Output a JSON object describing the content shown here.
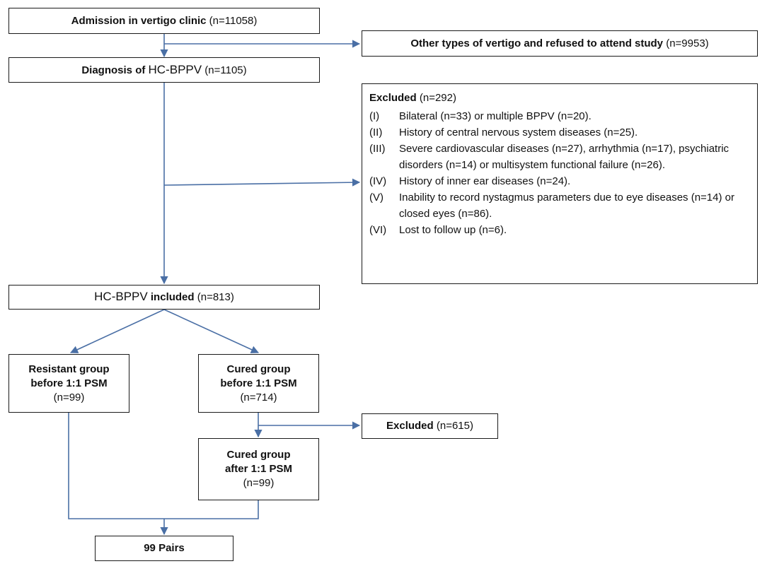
{
  "admission": {
    "label": "Admission in vertigo clinic",
    "n": "(n=11058)"
  },
  "other_types": {
    "label": "Other types of vertigo and refused to attend study",
    "n": "(n=9953)"
  },
  "diagnosis": {
    "label_bold": "Diagnosis of",
    "label_plain": "HC-BPPV",
    "n": "(n=1105)"
  },
  "excluded_main": {
    "title": "Excluded",
    "n": "(n=292)",
    "items": [
      {
        "num": "(I)",
        "text": "Bilateral (n=33) or multiple BPPV (n=20)."
      },
      {
        "num": "(II)",
        "text": "History of central nervous system diseases (n=25)."
      },
      {
        "num": "(III)",
        "text": "Severe cardiovascular diseases (n=27), arrhythmia (n=17), psychiatric disorders (n=14) or multisystem functional failure (n=26)."
      },
      {
        "num": "(IV)",
        "text": "History of inner ear diseases (n=24)."
      },
      {
        "num": "(V)",
        "text": "Inability to record nystagmus parameters due to eye diseases (n=14) or closed eyes (n=86)."
      },
      {
        "num": "(VI)",
        "text": "Lost to follow up (n=6)."
      }
    ]
  },
  "included": {
    "label_plain": "HC-BPPV",
    "label_bold": "included",
    "n": "(n=813)"
  },
  "resistant": {
    "line1": "Resistant group",
    "line2": "before 1:1 PSM",
    "n": "(n=99)"
  },
  "cured_before": {
    "line1": "Cured group",
    "line2": "before 1:1 PSM",
    "n": "(n=714)"
  },
  "excluded_615": {
    "title": "Excluded",
    "n": "(n=615)"
  },
  "cured_after": {
    "line1": "Cured group",
    "line2": "after 1:1 PSM",
    "n": "(n=99)"
  },
  "pairs": {
    "label": "99 Pairs"
  },
  "colors": {
    "arrow": "#4a6fa5",
    "border": "#1a1a1a"
  }
}
